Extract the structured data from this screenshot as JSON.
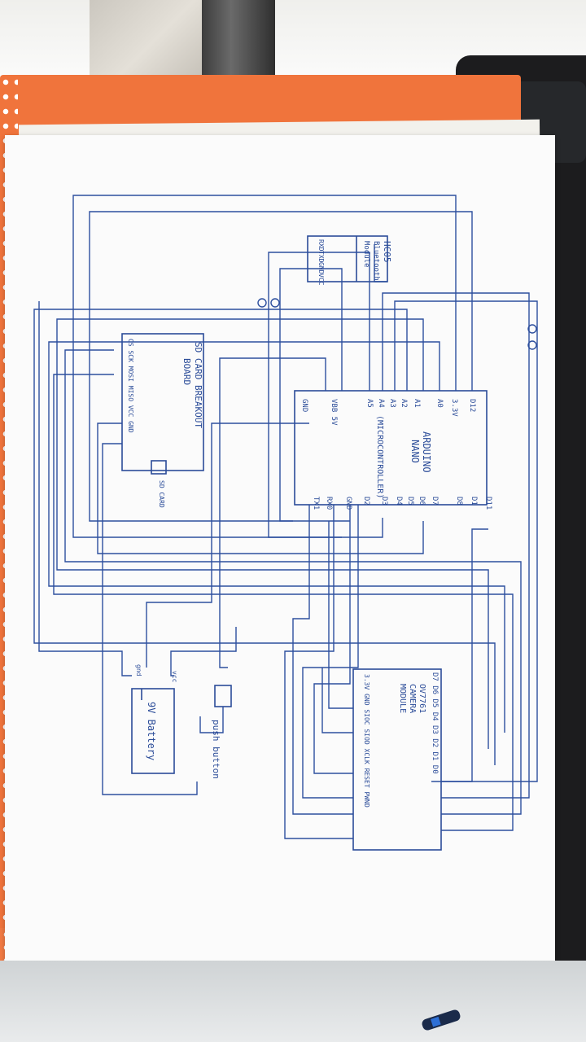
{
  "photo": {
    "subject": "",
    "colors": {
      "ink": "#2a4b98",
      "paper": "#fbfbfb",
      "book": "#f0743c",
      "background": "#5a5a5a"
    }
  },
  "labels": {
    "arduino_title": "ARDUINO",
    "arduino_sub": "NANO",
    "arduino_sub2": "(MICROCONTROLLER)",
    "arduino_pins_left": [
      "D12",
      "3.3V",
      "A0",
      "A1",
      "A2",
      "A3",
      "A4",
      "A5",
      "VBB 5V",
      "GND"
    ],
    "arduino_pins_right": [
      "D11",
      "D1",
      "D8",
      "D7",
      "D6",
      "D5",
      "D4",
      "D3",
      "D2",
      "GND",
      "RX0",
      "TX1"
    ],
    "bt_pins": [
      "RXD",
      "TXD",
      "GND",
      "VCC"
    ],
    "bt_name": "HC05",
    "bt_line2": "Bluetooth",
    "bt_line3": "Module",
    "sd_title": "SD CARD BREAKOUT",
    "sd_title2": "BOARD",
    "sd_pins": "CS SCK MOSI MISO VCC GND",
    "sd_card": "SD CARD",
    "cam_pins_top": "D7 D6 D5 D4 D3 D2 D1 D0",
    "cam_name": "OV7761",
    "cam_line2": "CAMERA",
    "cam_line3": "MODULE",
    "cam_pins_bottom": "3.3V GND SIOC SIOD XCLK RESET PWND",
    "battery": "9V Battery",
    "battery_vcc": "vcc",
    "battery_gnd": "gnd",
    "push_button": "push button"
  }
}
